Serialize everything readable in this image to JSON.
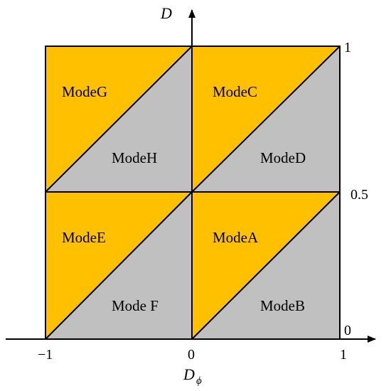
{
  "axes": {
    "y_label": "D",
    "x_label_main": "D",
    "x_label_sub": "ϕ"
  },
  "ticks": {
    "x": [
      "−1",
      "0",
      "1"
    ],
    "y": [
      "0",
      "0.5",
      "1"
    ]
  },
  "modes": {
    "G": "ModeG",
    "H": "ModeH",
    "C": "ModeC",
    "D": "ModeD",
    "E": "ModeE",
    "F": "Mode F",
    "A": "ModeA",
    "B": "ModeB"
  },
  "colors": {
    "upper_triangle": "#FFC000",
    "lower_triangle": "#C0C0C0",
    "lines": "#000000"
  }
}
